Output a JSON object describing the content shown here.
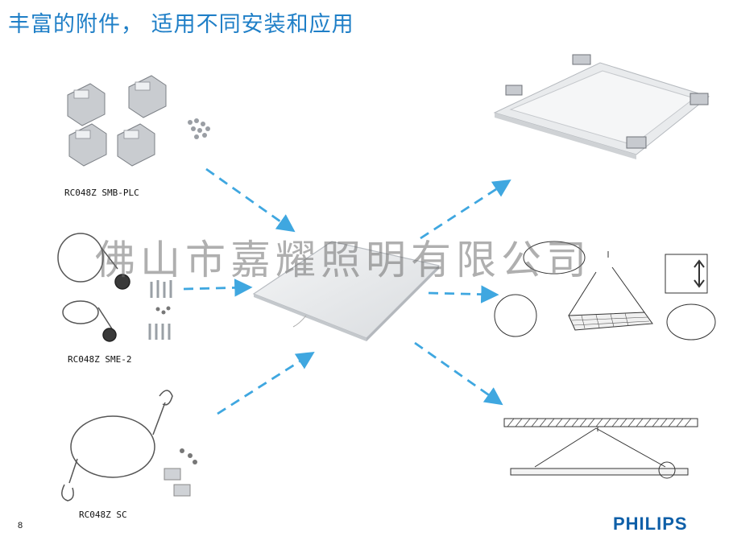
{
  "slide": {
    "title": "丰富的附件， 适用不同安装和应用",
    "page_number": "8",
    "logo": "PHILIPS",
    "watermark": "佛山市嘉耀照明有限公司"
  },
  "accessories": [
    {
      "code": "RC048Z SMB-PLC"
    },
    {
      "code": "RC048Z SME-2"
    },
    {
      "code": "RC048Z SC"
    }
  ],
  "colors": {
    "title": "#1f7fc7",
    "arrow": "#3fa7e0",
    "logo": "#0e5fa8"
  }
}
